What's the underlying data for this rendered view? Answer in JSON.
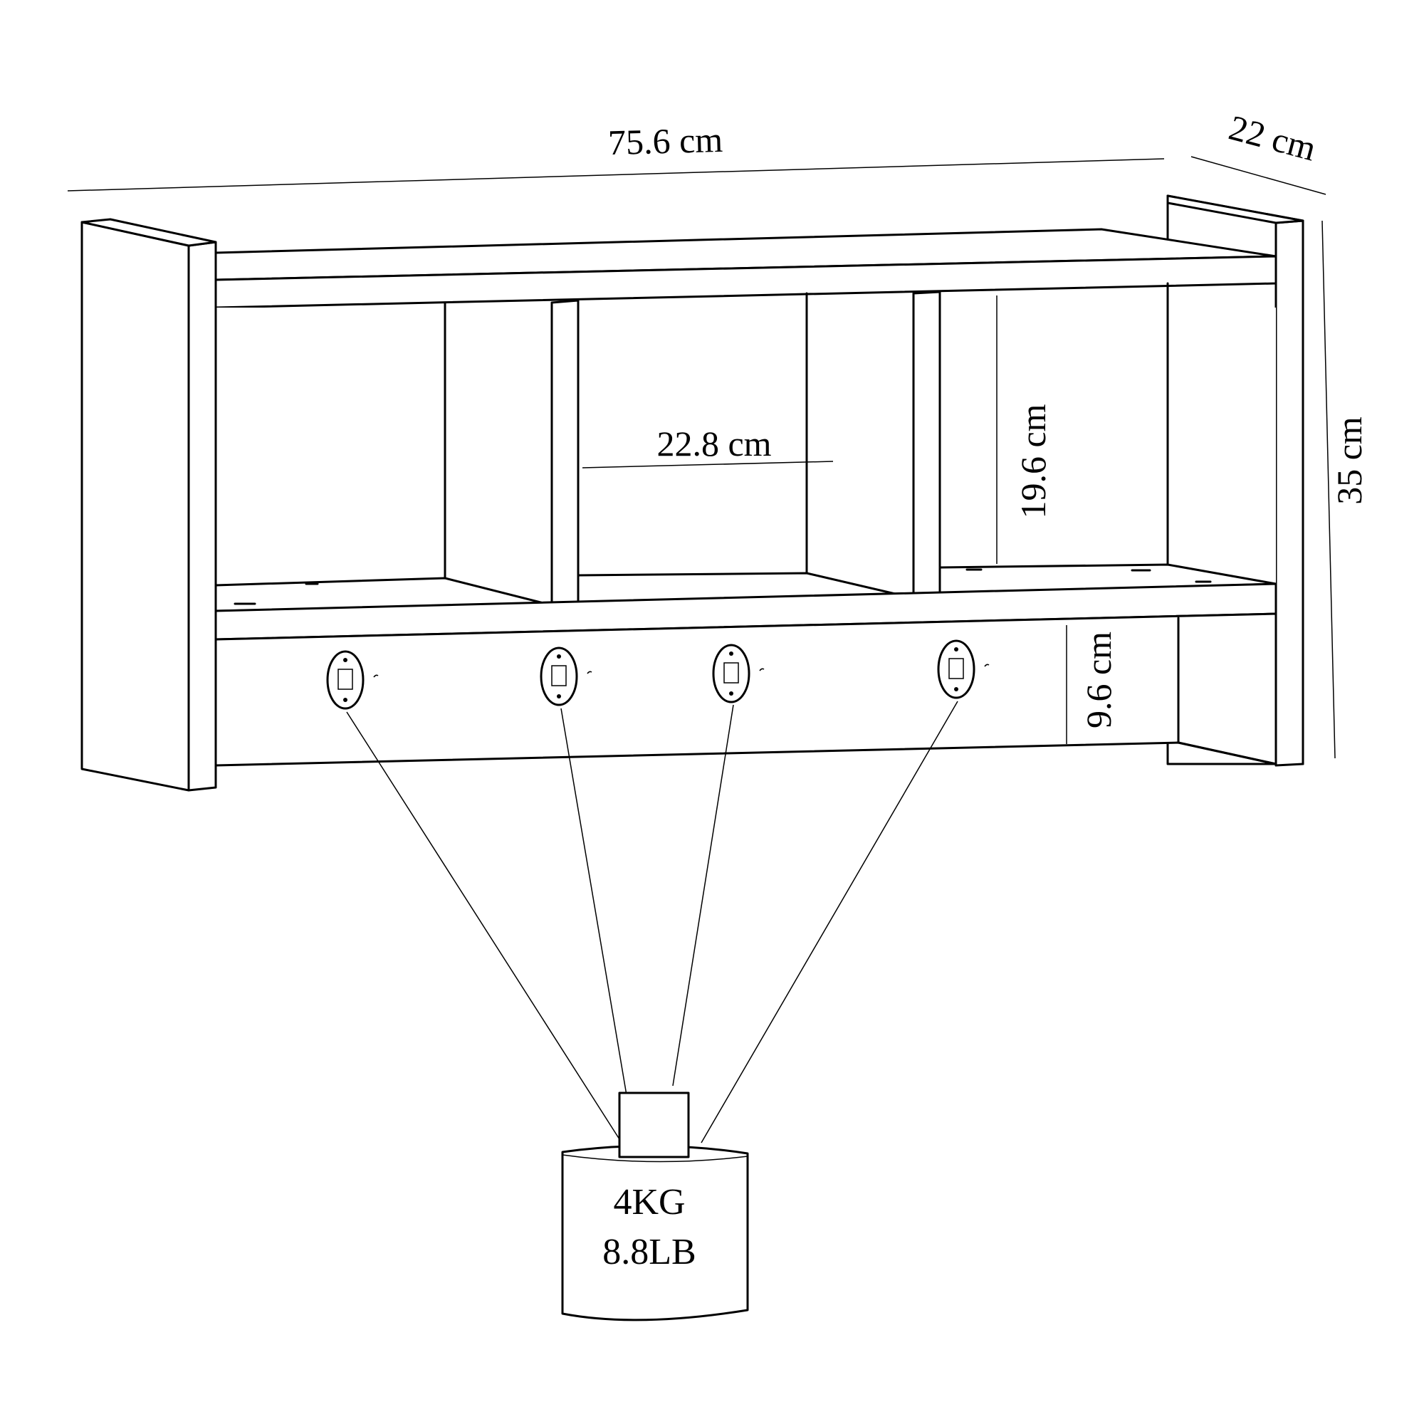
{
  "dimensions": {
    "width": "75.6 cm",
    "depth": "22 cm",
    "height": "35 cm",
    "cubby_width": "22.8 cm",
    "cubby_height": "19.6 cm",
    "hook_rail_height": "9.6 cm"
  },
  "weight": {
    "kg": "4KG",
    "lb": "8.8LB"
  },
  "hooks": [
    {
      "name": "hook-1"
    },
    {
      "name": "hook-2"
    },
    {
      "name": "hook-3"
    },
    {
      "name": "hook-4"
    }
  ]
}
